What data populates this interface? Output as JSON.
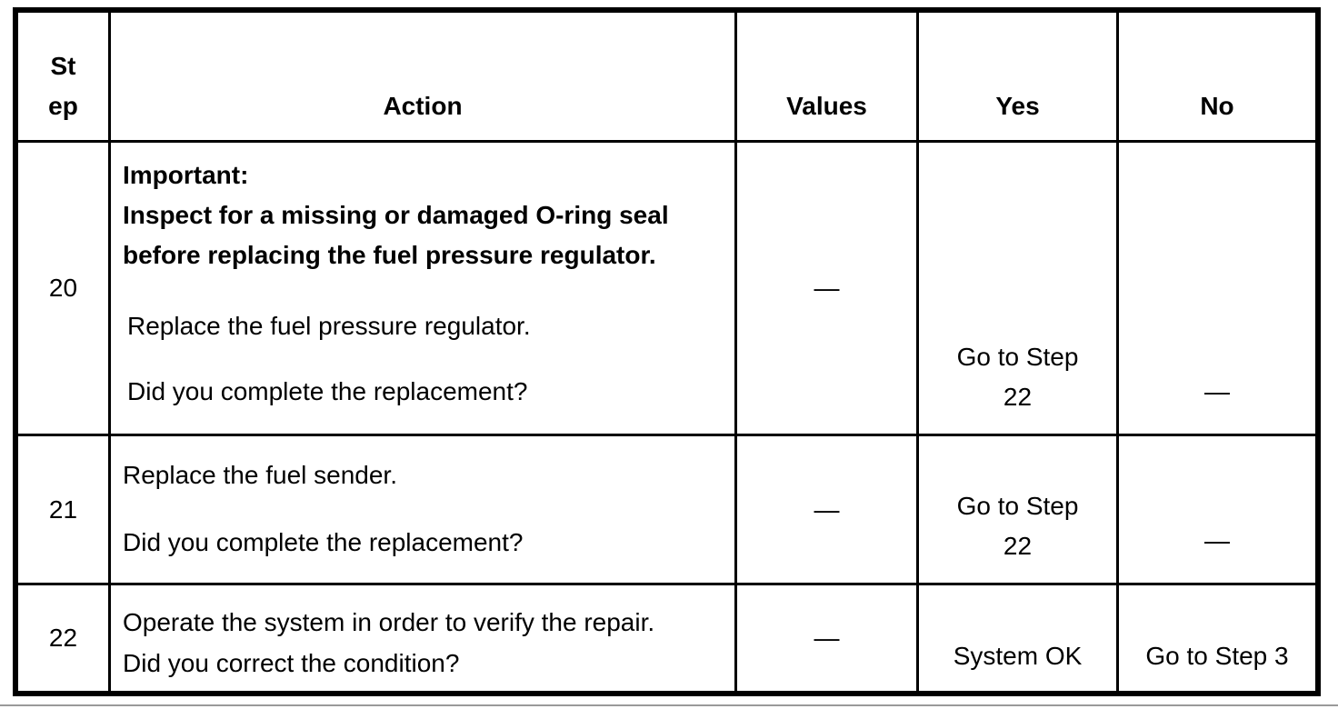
{
  "table": {
    "header": {
      "step": [
        "St",
        "ep"
      ],
      "action": "Action",
      "values": "Values",
      "yes": "Yes",
      "no": "No"
    },
    "rows": [
      {
        "step": "20",
        "action_important_label": "Important:",
        "action_important_lines": [
          "Inspect for a missing or damaged O-ring seal",
          "before replacing the fuel pressure regulator."
        ],
        "action_line1": "Replace the fuel pressure regulator.",
        "action_line2": "Did you complete the replacement?",
        "values": "—",
        "yes_line1": "Go to Step",
        "yes_line2": "22",
        "no": "—"
      },
      {
        "step": "21",
        "action_line1": "Replace the fuel sender.",
        "action_line2": "Did you complete the replacement?",
        "values": "—",
        "yes_line1": "Go to Step",
        "yes_line2": "22",
        "no": "—"
      },
      {
        "step": "22",
        "action_line1": "Operate the system in order to verify the repair.",
        "action_line2": "Did you correct the condition?",
        "values": "—",
        "yes": "System OK",
        "no": "Go to Step 3"
      }
    ]
  },
  "colors": {
    "border": "#000000",
    "text": "#000000",
    "background": "#ffffff"
  }
}
